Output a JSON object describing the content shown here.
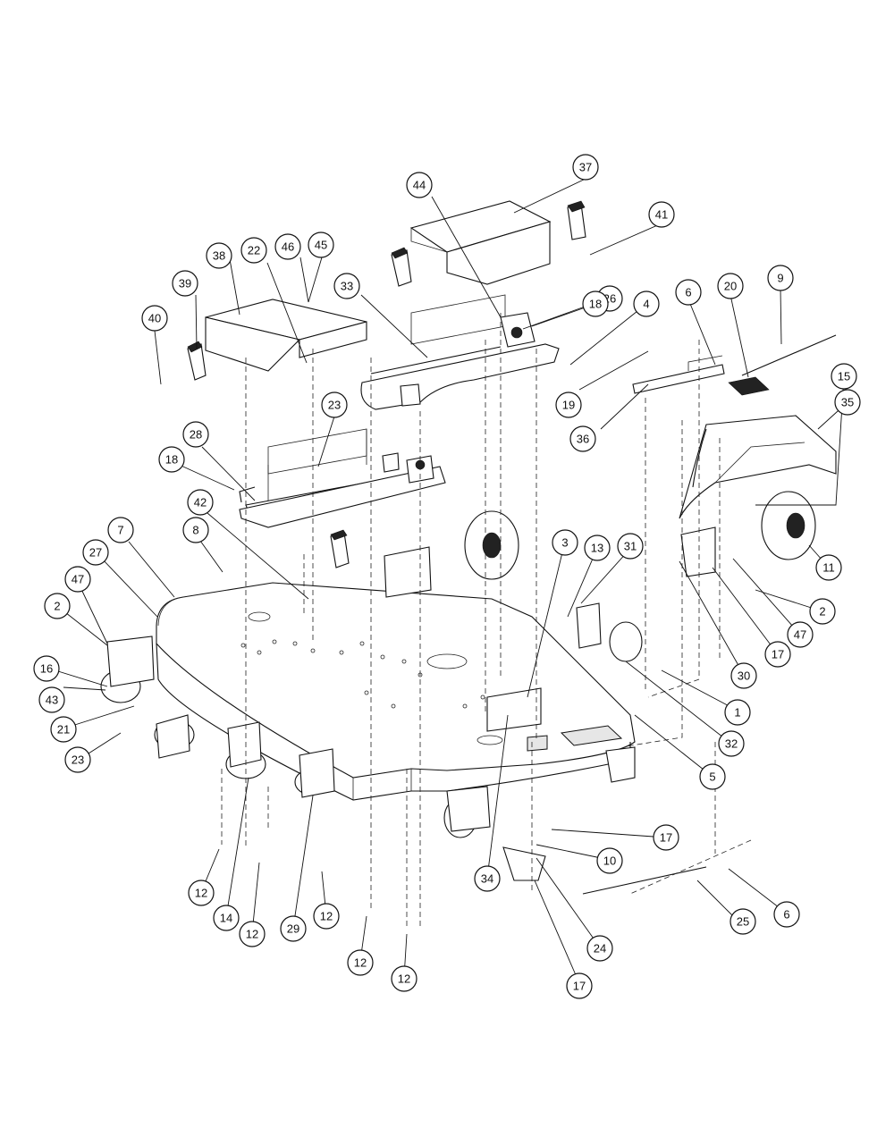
{
  "callouts": [
    {
      "id": "c37",
      "label": "37"
    },
    {
      "id": "c44",
      "label": "44"
    },
    {
      "id": "c41",
      "label": "41"
    },
    {
      "id": "c22",
      "label": "22"
    },
    {
      "id": "c46",
      "label": "46"
    },
    {
      "id": "c45",
      "label": "45"
    },
    {
      "id": "c38",
      "label": "38"
    },
    {
      "id": "c33",
      "label": "33"
    },
    {
      "id": "c26",
      "label": "26"
    },
    {
      "id": "c39",
      "label": "39"
    },
    {
      "id": "c18a",
      "label": "18"
    },
    {
      "id": "c4",
      "label": "4"
    },
    {
      "id": "c6a",
      "label": "6"
    },
    {
      "id": "c20",
      "label": "20"
    },
    {
      "id": "c9",
      "label": "9"
    },
    {
      "id": "c40",
      "label": "40"
    },
    {
      "id": "c19",
      "label": "19"
    },
    {
      "id": "c36",
      "label": "36"
    },
    {
      "id": "c35",
      "label": "35"
    },
    {
      "id": "c23a",
      "label": "23"
    },
    {
      "id": "c28",
      "label": "28"
    },
    {
      "id": "c18b",
      "label": "18"
    },
    {
      "id": "c15",
      "label": "15"
    },
    {
      "id": "c42",
      "label": "42"
    },
    {
      "id": "c11",
      "label": "11"
    },
    {
      "id": "c7",
      "label": "7"
    },
    {
      "id": "c8",
      "label": "8"
    },
    {
      "id": "c3",
      "label": "3"
    },
    {
      "id": "c13",
      "label": "13"
    },
    {
      "id": "c31",
      "label": "31"
    },
    {
      "id": "c27",
      "label": "27"
    },
    {
      "id": "c47a",
      "label": "47"
    },
    {
      "id": "c2a",
      "label": "2"
    },
    {
      "id": "c2b",
      "label": "2"
    },
    {
      "id": "c47b",
      "label": "47"
    },
    {
      "id": "c17a",
      "label": "17"
    },
    {
      "id": "c16",
      "label": "16"
    },
    {
      "id": "c43",
      "label": "43"
    },
    {
      "id": "c30",
      "label": "30"
    },
    {
      "id": "c1",
      "label": "1"
    },
    {
      "id": "c21",
      "label": "21"
    },
    {
      "id": "c23b",
      "label": "23"
    },
    {
      "id": "c32",
      "label": "32"
    },
    {
      "id": "c5",
      "label": "5"
    },
    {
      "id": "c17b",
      "label": "17"
    },
    {
      "id": "c10",
      "label": "10"
    },
    {
      "id": "c12a",
      "label": "12"
    },
    {
      "id": "c34",
      "label": "34"
    },
    {
      "id": "c6b",
      "label": "6"
    },
    {
      "id": "c25",
      "label": "25"
    },
    {
      "id": "c14",
      "label": "14"
    },
    {
      "id": "c12b",
      "label": "12"
    },
    {
      "id": "c12c",
      "label": "12"
    },
    {
      "id": "c29",
      "label": "29"
    },
    {
      "id": "c24",
      "label": "24"
    },
    {
      "id": "c12d",
      "label": "12"
    },
    {
      "id": "c12e",
      "label": "12"
    },
    {
      "id": "c17c",
      "label": "17"
    }
  ]
}
